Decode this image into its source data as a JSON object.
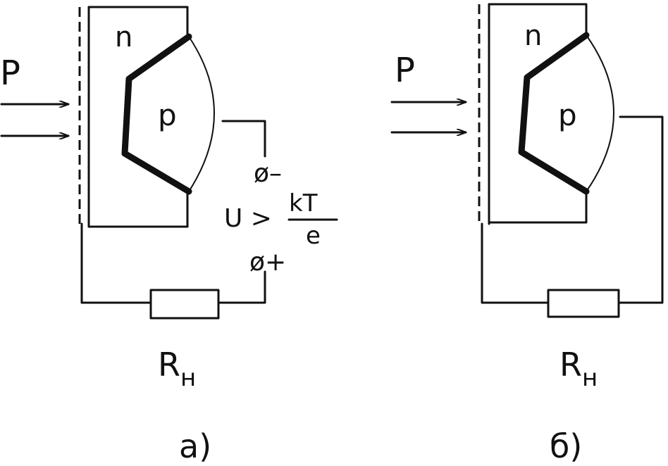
{
  "diagram_a": {
    "light_label": "P",
    "n_label": "n",
    "p_label": "p",
    "terminal_minus": "ø–",
    "voltage_lhs": "U >",
    "voltage_num": "kT",
    "voltage_den": "e",
    "terminal_plus": "ø+",
    "load_main": "R",
    "load_sub": "н",
    "caption": "а)"
  },
  "diagram_b": {
    "light_label": "P",
    "n_label": "n",
    "p_label": "p",
    "load_main": "R",
    "load_sub": "н",
    "caption": "б)"
  },
  "colors": {
    "ink": "#111111",
    "background": "#ffffff"
  }
}
